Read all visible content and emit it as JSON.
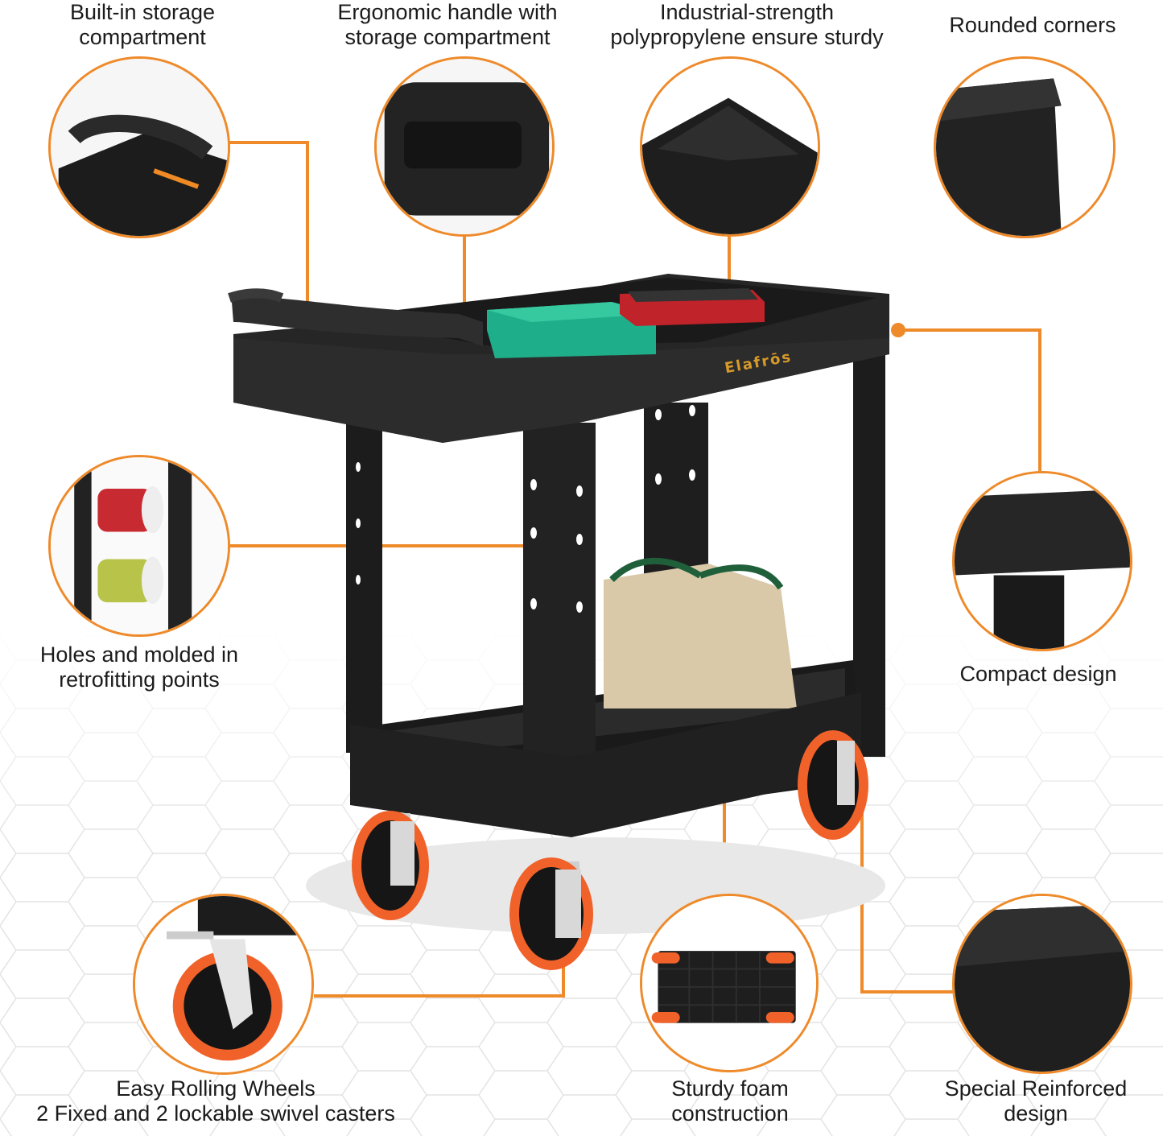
{
  "brand": "Elafrōs",
  "colors": {
    "accent": "#ee8a2a",
    "cart_body": "#222222",
    "wheel": "#f0622a",
    "toolbox_green": "#1fae8a",
    "brand_text": "#d79a2a"
  },
  "features": [
    {
      "id": "built-in-storage",
      "line1": "Built-in storage",
      "line2": "compartment"
    },
    {
      "id": "ergonomic-handle",
      "line1": "Ergonomic handle with",
      "line2": "storage compartment"
    },
    {
      "id": "industrial-strength",
      "line1": "Industrial-strength",
      "line2": "polypropylene ensure sturdy"
    },
    {
      "id": "rounded-corners",
      "line1": "Rounded corners",
      "line2": ""
    },
    {
      "id": "holes-molded",
      "line1": "Holes and molded in",
      "line2": "retrofitting points"
    },
    {
      "id": "compact-design",
      "line1": "Compact design",
      "line2": ""
    },
    {
      "id": "easy-rolling",
      "line1": "Easy Rolling Wheels",
      "line2": "2 Fixed and 2 lockable swivel casters"
    },
    {
      "id": "sturdy-foam",
      "line1": "Sturdy foam",
      "line2": "construction"
    },
    {
      "id": "special-reinforced",
      "line1": "Special Reinforced",
      "line2": "design"
    }
  ]
}
